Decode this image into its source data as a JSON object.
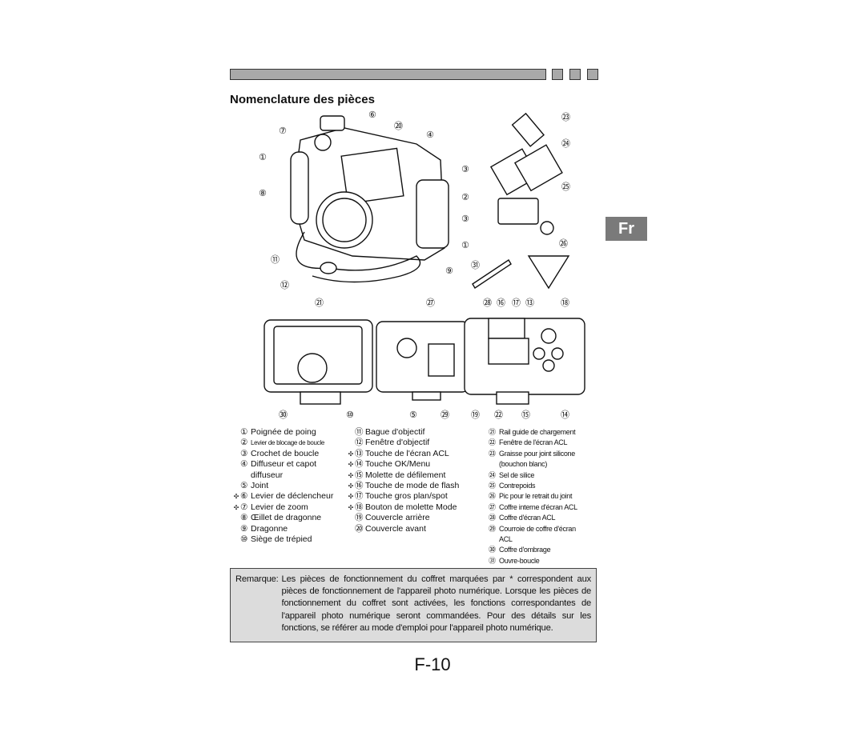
{
  "section_title": "Nomenclature des pièces",
  "lang_tab": "Fr",
  "callouts": {
    "top": [
      "⑥",
      "⑦",
      "⑳",
      "④",
      "①",
      "⑧",
      "③",
      "②",
      "③",
      "①",
      "⑪",
      "⑨",
      "⑫",
      "㉓",
      "㉔",
      "㉕",
      "㉖",
      "㉛"
    ],
    "bottom_top": [
      "㉑",
      "㉗",
      "㉘",
      "⑯",
      "⑰",
      "⑬",
      "⑱"
    ],
    "bottom_bottom": [
      "㉚",
      "⑩",
      "⑤",
      "㉙",
      "⑲",
      "㉒",
      "⑮",
      "⑭"
    ]
  },
  "legend": {
    "col1": [
      {
        "mark": "",
        "num": "①",
        "label": "Poignée de poing"
      },
      {
        "mark": "",
        "num": "②",
        "label": "Levier de blocage de boucle"
      },
      {
        "mark": "",
        "num": "③",
        "label": "Crochet de boucle"
      },
      {
        "mark": "",
        "num": "④",
        "label": "Diffuseur et capot"
      },
      {
        "mark": "",
        "num": "",
        "label": "diffuseur"
      },
      {
        "mark": "",
        "num": "⑤",
        "label": "Joint"
      },
      {
        "mark": "✣",
        "num": "⑥",
        "label": "Levier de déclencheur"
      },
      {
        "mark": "✣",
        "num": "⑦",
        "label": "Levier de zoom"
      },
      {
        "mark": "",
        "num": "⑧",
        "label": "Œillet de dragonne"
      },
      {
        "mark": "",
        "num": "⑨",
        "label": "Dragonne"
      },
      {
        "mark": "",
        "num": "⑩",
        "label": "Siège de trépied"
      }
    ],
    "col2": [
      {
        "mark": "",
        "num": "⑪",
        "label": "Bague d'objectif"
      },
      {
        "mark": "",
        "num": "⑫",
        "label": "Fenêtre d'objectif"
      },
      {
        "mark": "✣",
        "num": "⑬",
        "label": "Touche de l'écran ACL"
      },
      {
        "mark": "✣",
        "num": "⑭",
        "label": "Touche OK/Menu"
      },
      {
        "mark": "✣",
        "num": "⑮",
        "label": "Molette de défilement"
      },
      {
        "mark": "✣",
        "num": "⑯",
        "label": "Touche de mode de flash"
      },
      {
        "mark": "✣",
        "num": "⑰",
        "label": "Touche gros plan/spot"
      },
      {
        "mark": "✣",
        "num": "⑱",
        "label": "Bouton de molette Mode"
      },
      {
        "mark": "",
        "num": "⑲",
        "label": "Couvercle arrière"
      },
      {
        "mark": "",
        "num": "⑳",
        "label": "Couvercle avant"
      }
    ],
    "col3": [
      {
        "num": "㉑",
        "label": "Rail guide de chargement"
      },
      {
        "num": "㉒",
        "label": "Fenêtre de l'écran ACL"
      },
      {
        "num": "㉓",
        "label": "Graisse pour joint silicone"
      },
      {
        "num": "",
        "label": "(bouchon blanc)"
      },
      {
        "num": "㉔",
        "label": "Sel de silice"
      },
      {
        "num": "㉕",
        "label": "Contrepoids"
      },
      {
        "num": "㉖",
        "label": "Pic pour le retrait du joint"
      },
      {
        "num": "㉗",
        "label": "Coffre interne d'écran ACL"
      },
      {
        "num": "㉘",
        "label": "Coffre d'écran ACL"
      },
      {
        "num": "㉙",
        "label": "Courroie de coffre d'écran"
      },
      {
        "num": "",
        "label": "ACL"
      },
      {
        "num": "㉚",
        "label": "Coffre d'ombrage"
      },
      {
        "num": "㉛",
        "label": "Ouvre-boucle"
      }
    ]
  },
  "remark": {
    "label": "Remarque:",
    "text": "Les pièces de fonctionnement du coffret marquées par * correspondent aux pièces de fonctionnement de l'appareil photo numérique. Lorsque les pièces de fonctionnement du coffret sont activées, les fonctions correspondantes de l'appareil photo numérique seront commandées. Pour des détails sur les fonctions, se référer au mode d'emploi pour l'appareil photo numérique."
  },
  "page_number": "F-10"
}
